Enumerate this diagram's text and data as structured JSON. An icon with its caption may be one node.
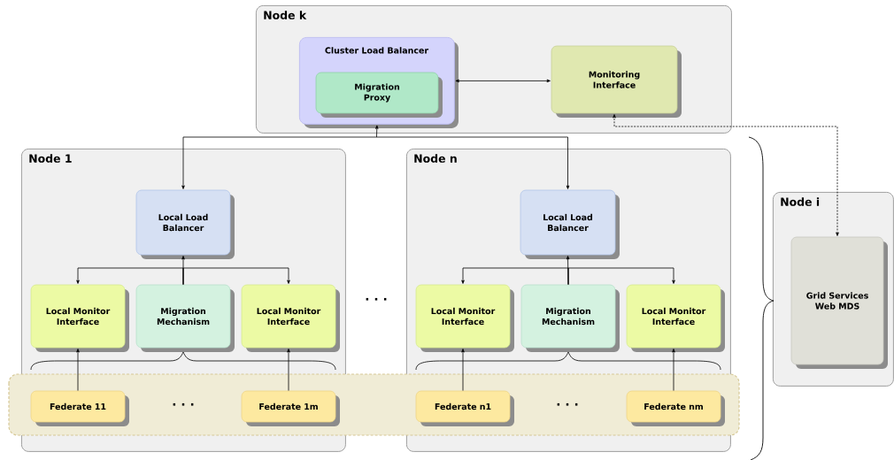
{
  "diagram": {
    "nodes": [
      {
        "text": [
          "Node k"
        ]
      },
      {
        "text": [
          "Cluster Load Balancer"
        ],
        "in": 0
      },
      {
        "text": [
          "Migration Proxy"
        ],
        "in": 1
      },
      {
        "text": [
          "Monitoring Interface"
        ],
        "in": 0
      },
      {
        "text": [
          "Node 1"
        ]
      },
      {
        "text": [
          "Local Load Balancer"
        ],
        "in": 4
      },
      {
        "text": [
          "Local Monitor Interface"
        ],
        "in": 4
      },
      {
        "text": [
          "Migration Mechanism"
        ],
        "in": 4
      },
      {
        "text": [
          "Local Monitor Interface"
        ],
        "in": 4
      },
      {
        "text": [
          "Federate 11"
        ],
        "in": 4
      },
      {
        "text": [
          "Federate 1m"
        ],
        "in": 4
      },
      {
        "text": [
          "Node n"
        ]
      },
      {
        "text": [
          "Local Load Balancer"
        ],
        "in": 11
      },
      {
        "text": [
          "Local Monitor Interface"
        ],
        "in": 11
      },
      {
        "text": [
          "Migration Mechanism"
        ],
        "in": 11
      },
      {
        "text": [
          "Local Monitor Interface"
        ],
        "in": 11
      },
      {
        "text": [
          "Federate n1"
        ],
        "in": 11
      },
      {
        "text": [
          "Federate nm"
        ],
        "in": 11
      },
      {
        "text": [
          "Node i"
        ]
      },
      {
        "text": [
          "Grid Services Web MDS"
        ],
        "in": 18
      }
    ],
    "edges": [
      {
        "from": 1,
        "to": 3,
        "arrow": "both"
      },
      {
        "from": 19,
        "to": 3,
        "arrow": "both",
        "style": "dashed"
      },
      {
        "from": 5,
        "to": 1,
        "arrow": "both"
      },
      {
        "from": 12,
        "to": 1,
        "arrow": "both"
      },
      {
        "from": 7,
        "to": 5,
        "arrow": "to"
      },
      {
        "from": 7,
        "to": 6,
        "arrow": "to"
      },
      {
        "from": 7,
        "to": 8,
        "arrow": "to"
      },
      {
        "from": 9,
        "to": 6,
        "arrow": "to"
      },
      {
        "from": 10,
        "to": 8,
        "arrow": "to"
      },
      {
        "from": 14,
        "to": 12,
        "arrow": "to"
      },
      {
        "from": 14,
        "to": 13,
        "arrow": "to"
      },
      {
        "from": 14,
        "to": 15,
        "arrow": "to"
      },
      {
        "from": 16,
        "to": 13,
        "arrow": "to"
      },
      {
        "from": 17,
        "to": 15,
        "arrow": "to"
      }
    ],
    "labels": [
      "· · ·",
      "· · ·",
      "· · ·"
    ]
  }
}
